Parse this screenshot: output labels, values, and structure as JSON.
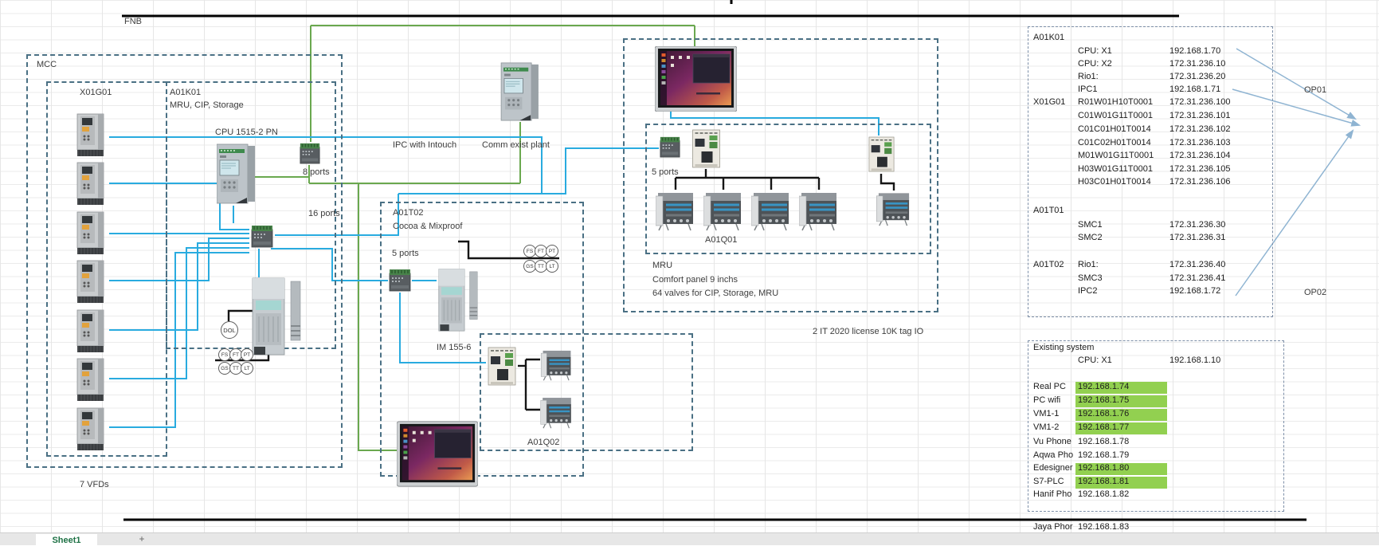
{
  "colors": {
    "green_line": "#6aa84f",
    "blue_line": "#29abdf",
    "black_line": "#151515",
    "arrow_line": "#8fb4d2",
    "box_border": "#4a7084",
    "table_border": "#7d8fa8",
    "highlight_green": "#92d050",
    "tab_text": "#1e7145"
  },
  "labels": {
    "fnb": "FNB",
    "mcc": "MCC",
    "x01g01": "X01G01",
    "a01k01": "A01K01",
    "a01k01_sub": "MRU, CIP, Storage",
    "cpu": "CPU 1515-2 PN",
    "ports8": "8 ports",
    "ports16": "16 ports",
    "vfds": "7 VFDs",
    "ipc": "IPC with Intouch",
    "comm": "Comm exist plant",
    "a01t02": "A01T02",
    "cocoa": "Cocoa & Mixproof",
    "ports5a": "5 ports",
    "im155": "IM 155-6",
    "a01q02": "A01Q02",
    "ports5b": "5 ports",
    "a01q01": "A01Q01",
    "mru1": "MRU",
    "mru2": "Comfort panel 9 inchs",
    "mru3": "64 valves for CIP, Storage, MRU",
    "license": "2 IT 2020 license 10K tag IO",
    "op01": "OP01",
    "op02": "OP02"
  },
  "instrument_bubbles": {
    "dol": "DOL",
    "row1": [
      "FS",
      "FT",
      "PT"
    ],
    "row2": [
      "GS",
      "TT",
      "LT"
    ]
  },
  "ip_table": {
    "rows": [
      {
        "group": "A01K01",
        "name": "",
        "ip": ""
      },
      {
        "group": "",
        "name": "CPU: X1",
        "ip": "192.168.1.70"
      },
      {
        "group": "",
        "name": "CPU: X2",
        "ip": "172.31.236.10"
      },
      {
        "group": "",
        "name": "Rio1:",
        "ip": "172.31.236.20"
      },
      {
        "group": "",
        "name": "IPC1",
        "ip": "192.168.1.71"
      },
      {
        "group": "X01G01",
        "name": "R01W01H10T0001",
        "ip": "172.31.236.100"
      },
      {
        "group": "",
        "name": "C01W01G11T0001",
        "ip": "172.31.236.101"
      },
      {
        "group": "",
        "name": "C01C01H01T0014",
        "ip": "172.31.236.102"
      },
      {
        "group": "",
        "name": "C01C02H01T0014",
        "ip": "172.31.236.103"
      },
      {
        "group": "",
        "name": "M01W01G11T0001",
        "ip": "172.31.236.104"
      },
      {
        "group": "",
        "name": "H03W01G11T0001",
        "ip": "172.31.236.105"
      },
      {
        "group": "",
        "name": "H03C01H01T0014",
        "ip": "172.31.236.106"
      },
      {
        "group": "A01T01",
        "name": "",
        "ip": ""
      },
      {
        "group": "",
        "name": "SMC1",
        "ip": "172.31.236.30"
      },
      {
        "group": "",
        "name": "SMC2",
        "ip": "172.31.236.31"
      },
      {
        "group": "A01T02",
        "name": "Rio1:",
        "ip": "172.31.236.40"
      },
      {
        "group": "",
        "name": "SMC3",
        "ip": "172.31.236.41"
      },
      {
        "group": "",
        "name": "IPC2",
        "ip": "192.168.1.72"
      }
    ]
  },
  "existing_system": {
    "title": "Existing system",
    "cpu_label": "CPU: X1",
    "cpu_ip": "192.168.1.10",
    "rows": [
      {
        "label": "Real PC",
        "ip": "192.168.1.74",
        "highlighted": true
      },
      {
        "label": "PC wifi",
        "ip": "192.168.1.75",
        "highlighted": true
      },
      {
        "label": "VM1-1",
        "ip": "192.168.1.76",
        "highlighted": true
      },
      {
        "label": "VM1-2",
        "ip": "192.168.1.77",
        "highlighted": true
      },
      {
        "label": "Vu Phone",
        "ip": "192.168.1.78",
        "highlighted": false
      },
      {
        "label": "Aqwa Pho",
        "ip": "192.168.1.79",
        "highlighted": false
      },
      {
        "label": "Edesigner",
        "ip": "192.168.1.80",
        "highlighted": true
      },
      {
        "label": "S7-PLC",
        "ip": "192.168.1.81",
        "highlighted": true
      },
      {
        "label": "Hanif Pho",
        "ip": "192.168.1.82",
        "highlighted": false
      },
      {
        "label": "Jaya Phor",
        "ip": "192.168.1.83",
        "highlighted": false
      }
    ]
  },
  "sheet_tabs": {
    "active": "Sheet1",
    "add": "+"
  }
}
